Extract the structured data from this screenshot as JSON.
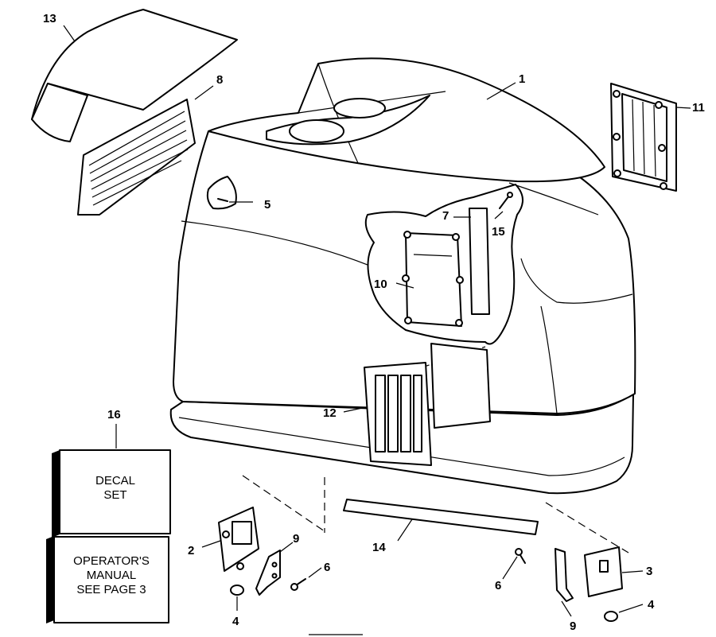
{
  "callouts": [
    {
      "id": "c1",
      "text": "1"
    },
    {
      "id": "c2",
      "text": "2"
    },
    {
      "id": "c3",
      "text": "3"
    },
    {
      "id": "c4a",
      "text": "4"
    },
    {
      "id": "c4b",
      "text": "4"
    },
    {
      "id": "c5",
      "text": "5"
    },
    {
      "id": "c6a",
      "text": "6"
    },
    {
      "id": "c6b",
      "text": "6"
    },
    {
      "id": "c7",
      "text": "7"
    },
    {
      "id": "c8",
      "text": "8"
    },
    {
      "id": "c9a",
      "text": "9"
    },
    {
      "id": "c9b",
      "text": "9"
    },
    {
      "id": "c10",
      "text": "10"
    },
    {
      "id": "c11",
      "text": "11"
    },
    {
      "id": "c12",
      "text": "12"
    },
    {
      "id": "c13",
      "text": "13"
    },
    {
      "id": "c14",
      "text": "14"
    },
    {
      "id": "c15",
      "text": "15"
    },
    {
      "id": "c16",
      "text": "16"
    }
  ],
  "decal_box": {
    "line1": "DECAL",
    "line2": "SET"
  },
  "manual_box": {
    "line1": "OPERATOR'S",
    "line2": "MANUAL",
    "line3": "SEE PAGE 3"
  }
}
